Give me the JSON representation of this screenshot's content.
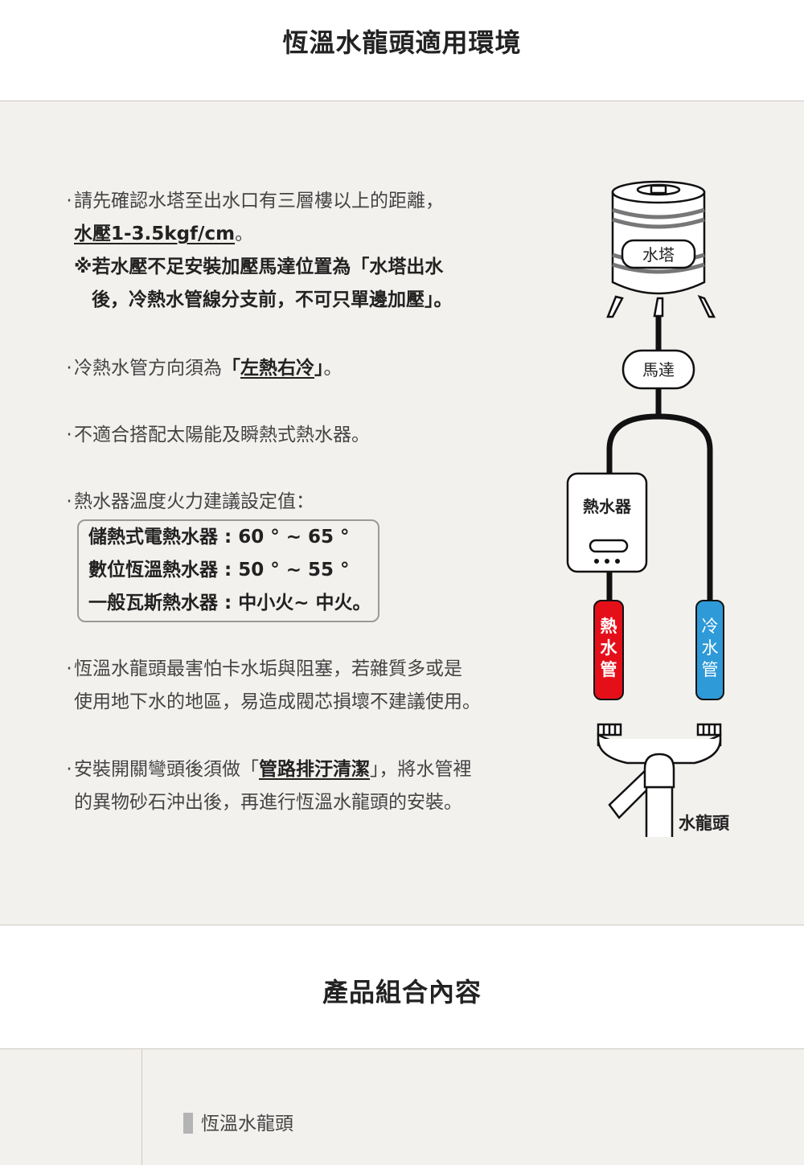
{
  "header": {
    "title": "恆溫水龍頭適用環境"
  },
  "environment": {
    "b1_line1": "請先確認水塔至出水口有三層樓以上的距離，",
    "b1_line2_u": "水壓1-3.5kgf/cm",
    "b1_line2_end": "。",
    "b1_note1": "※若水壓不足安裝加壓馬達位置為「水塔出水",
    "b1_note2": "後，冷熱水管線分支前，不可只單邊加壓」。",
    "b2_pre": "冷熱水管方向須為",
    "b2_q_open": "「",
    "b2_u": "左熱右冷",
    "b2_q_close": "」",
    "b2_end": "。",
    "b3": "不適合搭配太陽能及瞬熱式熱水器。",
    "b4_title": "熱水器溫度火力建議設定值：",
    "settings": [
      "儲熱式電熱水器 : 60 ° ~ 65 °",
      "數位恆溫熱水器 : 50 ° ~ 55 °",
      "一般瓦斯熱水器 : 中小火~ 中火。"
    ],
    "b5_line1": "恆溫水龍頭最害怕卡水垢與阻塞，若雜質多或是",
    "b5_line2": "使用地下水的地區，易造成閥芯損壞不建議使用。",
    "b6_pre": "安裝開關彎頭後須做「",
    "b6_u": "管路排汙清潔",
    "b6_mid": "」，將水管裡",
    "b6_line2": "的異物砂石沖出後，再進行恆溫水龍頭的安裝。"
  },
  "diagram": {
    "tower_label": "水塔",
    "motor_label": "馬達",
    "heater_label": "熱水器",
    "hot_pipe_label": [
      "熱",
      "水",
      "管"
    ],
    "cold_pipe_label": [
      "冷",
      "水",
      "管"
    ],
    "faucet_label": "水龍頭",
    "hot_color": "#e50f1a",
    "cold_color": "#2e9ad8"
  },
  "combo": {
    "title": "產品組合內容",
    "items": [
      "恆溫水龍頭"
    ]
  }
}
